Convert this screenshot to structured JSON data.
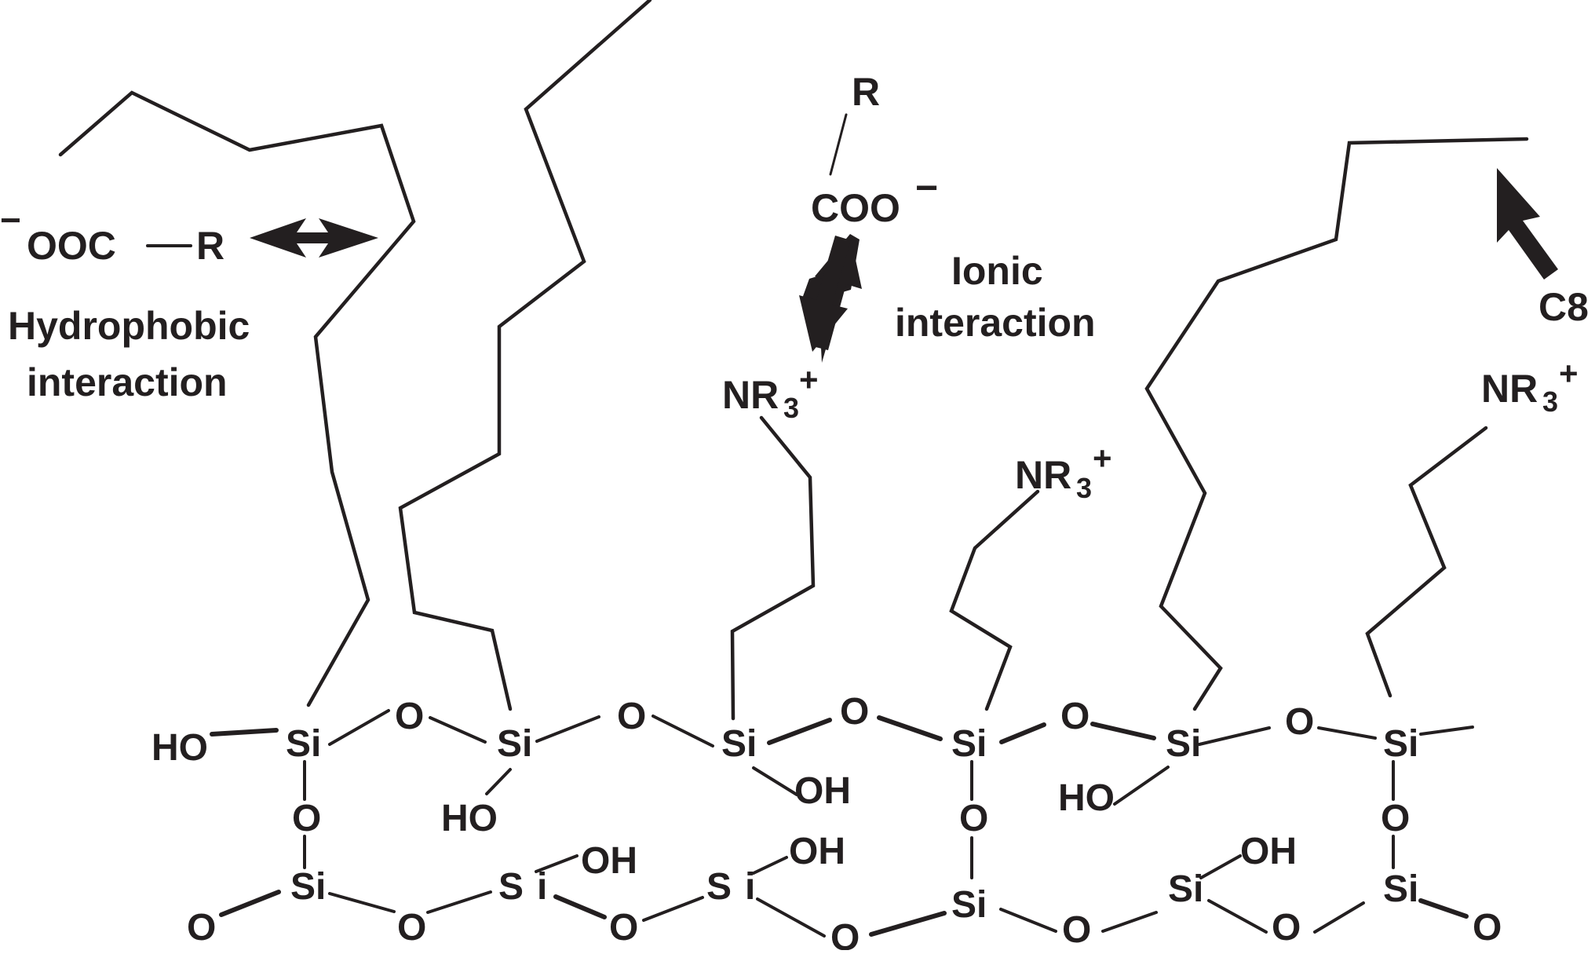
{
  "atoms": {
    "si": "Si",
    "o": "O",
    "ho": "HO",
    "oh": "OH",
    "s_split": "S",
    "i_split": "i",
    "nr3": "NR",
    "nr3_sub": "3",
    "nr3_sup": "+",
    "r": "R",
    "coo": "COO",
    "minus": "−",
    "ooc": "OOC",
    "c8": "C8"
  },
  "labels": {
    "hydrophobic_line1": "Hydrophobic",
    "hydrophobic_line2": "interaction",
    "ionic_line1": "Ionic",
    "ionic_line2": "interaction"
  },
  "icons": {
    "double_arrow": "double-headed-arrow-icon",
    "pointer_arrow": "pointer-arrow-icon"
  },
  "colors": {
    "ink": "#231f20",
    "background": "#ffffff"
  }
}
